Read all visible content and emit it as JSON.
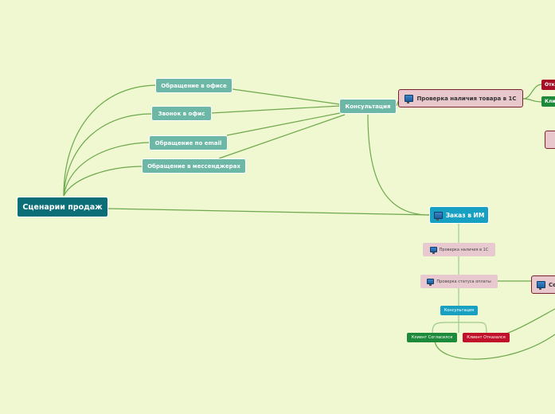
{
  "root": {
    "label": "Сценарии продаж"
  },
  "channels": [
    {
      "label": "Обращение в офисе"
    },
    {
      "label": "Звонок в офис"
    },
    {
      "label": "Обращение по email"
    },
    {
      "label": "Обращение в мессенджерах"
    }
  ],
  "consultation": {
    "label": "Консультация"
  },
  "stock_check_1c": {
    "label": "Проверка наличия товара в 1С",
    "icon": "computer-icon"
  },
  "edge_right": {
    "top_red": "Отк",
    "top_green": "Кли",
    "right_pink_1": "",
    "right_pink_2": "Се"
  },
  "order_im": {
    "label": "Заказ в ИМ",
    "icon": "computer-icon"
  },
  "order_steps": [
    {
      "label": "Проверка наличия в 1С",
      "icon": "computer-icon"
    },
    {
      "label": "Проверка статуса оплаты",
      "icon": "computer-icon"
    }
  ],
  "order_consultation": {
    "label": "Консультация"
  },
  "outcomes": {
    "agreed": "Клиент Согласился",
    "refused": "Клиент Отказался"
  },
  "colors": {
    "background": "#eff8d0",
    "link": "#6ea84c",
    "root": "#0c6f78",
    "teal": "#6cb7a6",
    "blue": "#17a0c2",
    "pink": "#e8c8cc",
    "green": "#1d8a3b",
    "red": "#c0102a"
  }
}
